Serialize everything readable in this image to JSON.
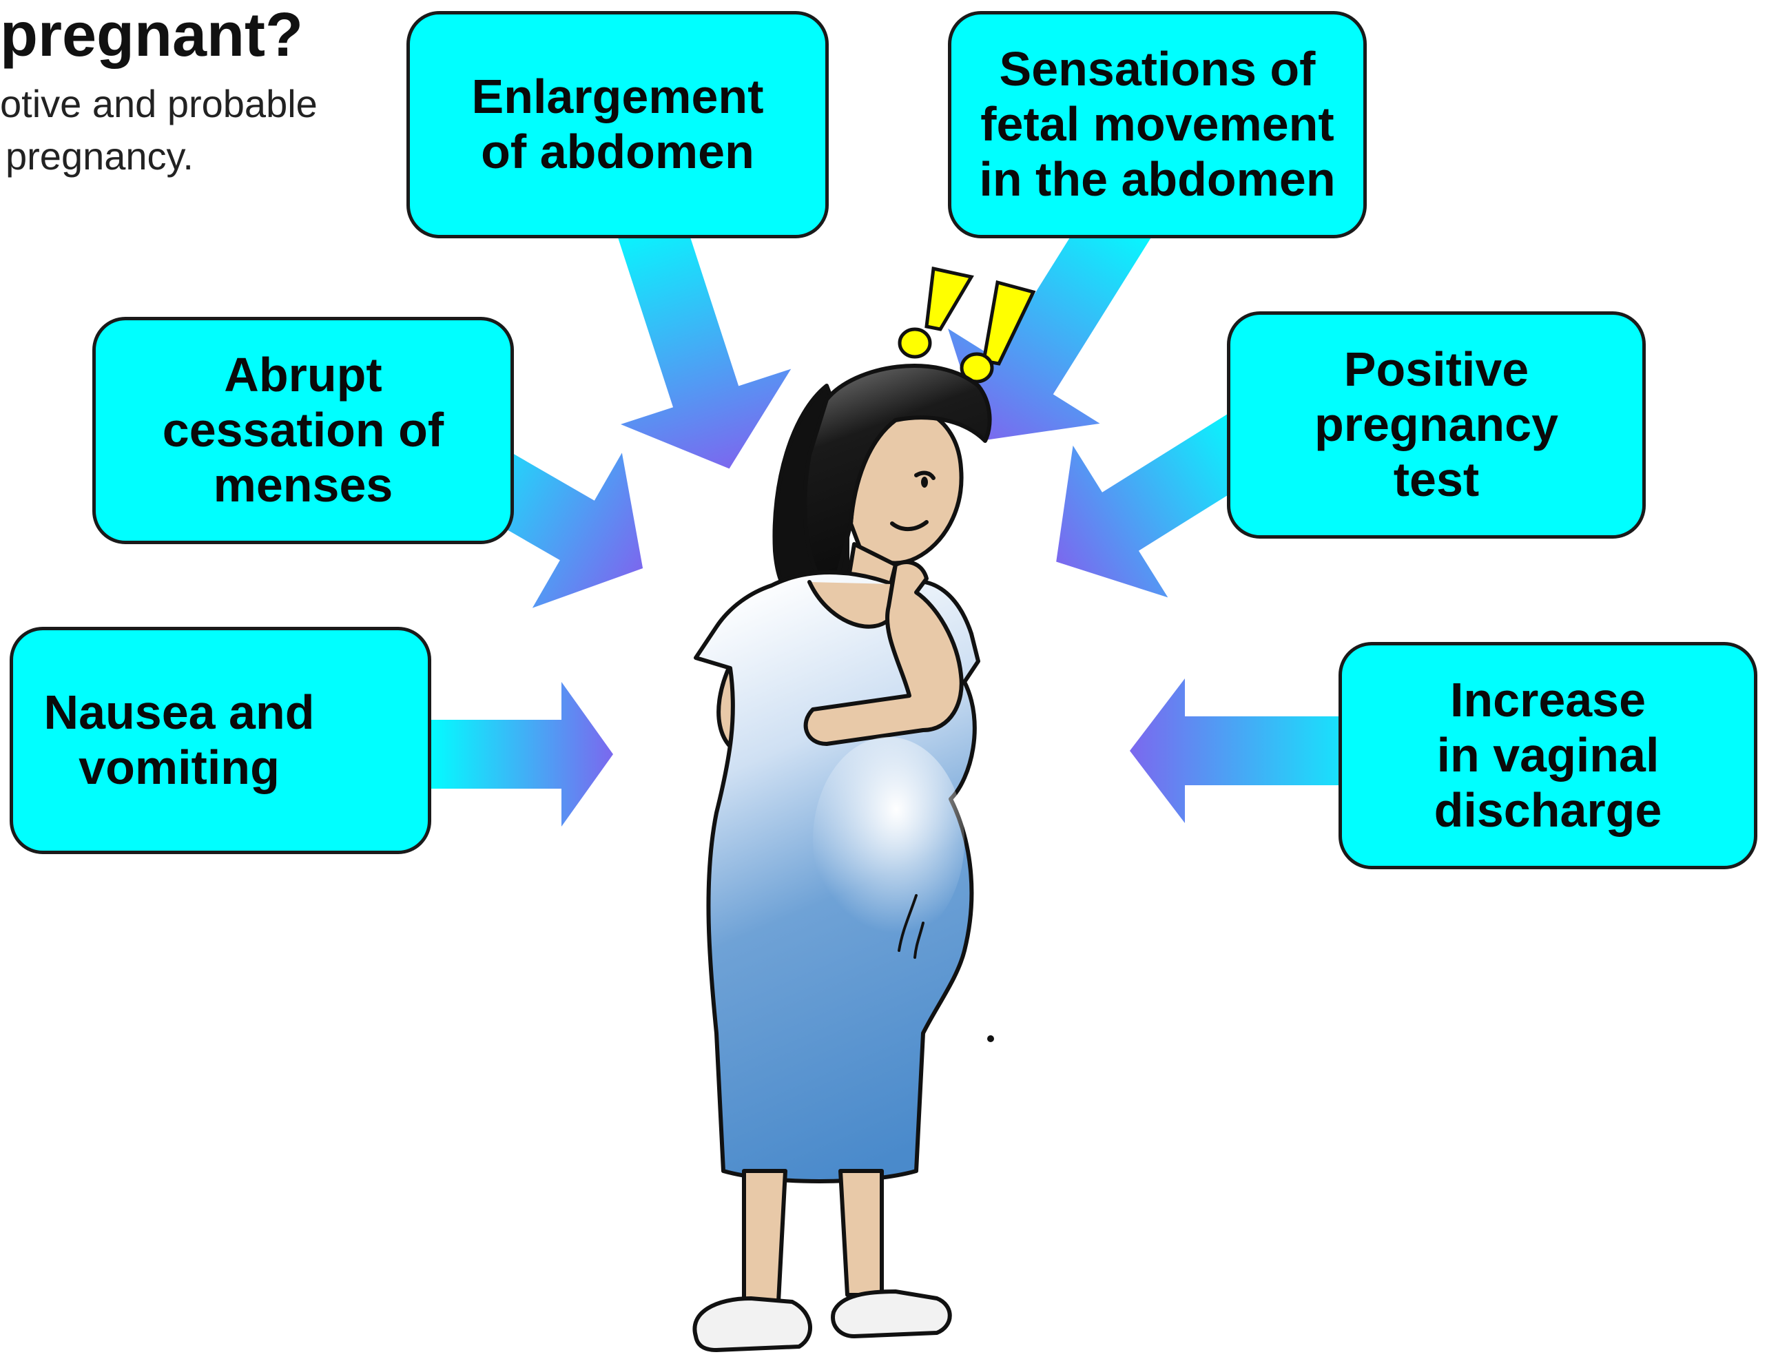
{
  "heading": {
    "title": "pregnant?",
    "subtitle_line1": "otive and probable",
    "subtitle_line2": "pregnancy."
  },
  "signs": [
    {
      "id": "enlargement",
      "lines": [
        "Enlargement",
        "of abdomen"
      ]
    },
    {
      "id": "sensations",
      "lines": [
        "Sensations of",
        "fetal movement",
        "in the abdomen"
      ]
    },
    {
      "id": "abrupt",
      "lines": [
        "Abrupt",
        "cessation of",
        "menses"
      ]
    },
    {
      "id": "positive",
      "lines": [
        "Positive",
        "pregnancy",
        "test"
      ]
    },
    {
      "id": "nausea",
      "lines": [
        "Nausea and",
        "vomiting"
      ]
    },
    {
      "id": "increase",
      "lines": [
        "Increase",
        "in vaginal",
        "discharge"
      ]
    }
  ],
  "colors": {
    "box_fill": "#00ffff",
    "arrow_start": "#00ffff",
    "arrow_end": "#7b68ee",
    "exclamation": "#ffff00",
    "dress_light": "#ffffff",
    "dress_dark": "#4f8fcf",
    "skin": "#e8c9a8",
    "hair": "#141414"
  },
  "icons": {
    "exclamation": "exclamation-marks-icon",
    "figure": "pregnant-woman-figure"
  }
}
